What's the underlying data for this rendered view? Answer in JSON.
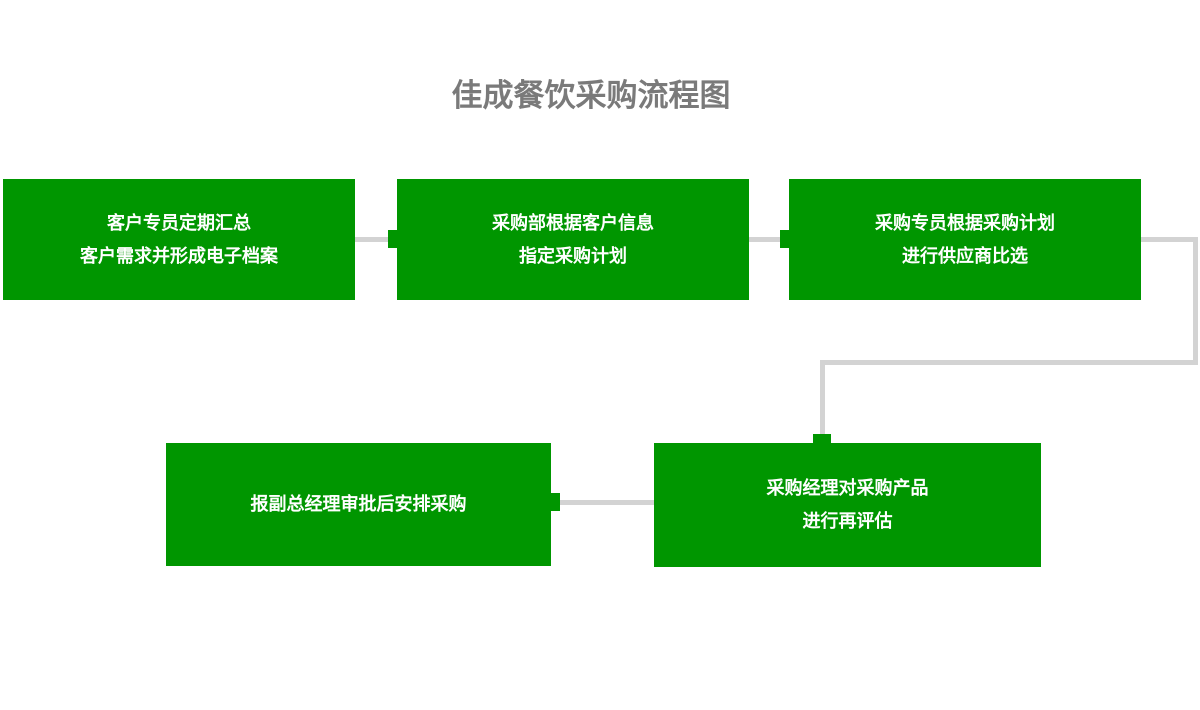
{
  "title": "佳成餐饮采购流程图",
  "colors": {
    "node_fill": "#009600",
    "connector": "#D3D3D3",
    "title_text": "#7A7A7A",
    "node_text": "#FFFFFF"
  },
  "flowchart": {
    "nodes": [
      {
        "id": "node-1",
        "line1": "客户专员定期汇总",
        "line2": "客户需求并形成电子档案"
      },
      {
        "id": "node-2",
        "line1": "采购部根据客户信息",
        "line2": "指定采购计划"
      },
      {
        "id": "node-3",
        "line1": "采购专员根据采购计划",
        "line2": "进行供应商比选"
      },
      {
        "id": "node-4",
        "line1": "采购经理对采购产品",
        "line2": "进行再评估"
      },
      {
        "id": "node-5",
        "line1": "报副总经理审批后安排采购"
      }
    ],
    "edges": [
      {
        "from": "node-1",
        "to": "node-2",
        "style": "straight-square-end"
      },
      {
        "from": "node-2",
        "to": "node-3",
        "style": "straight-square-end"
      },
      {
        "from": "node-3",
        "to": "node-4",
        "style": "elbow-square-end"
      },
      {
        "from": "node-4",
        "to": "node-5",
        "style": "straight-square-end"
      }
    ]
  }
}
